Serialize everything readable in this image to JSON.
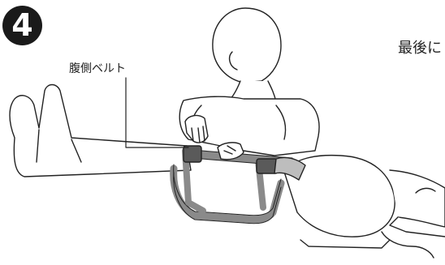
{
  "step_number": "4",
  "caption": "最後に",
  "callout_label": "腹側ベルト"
}
